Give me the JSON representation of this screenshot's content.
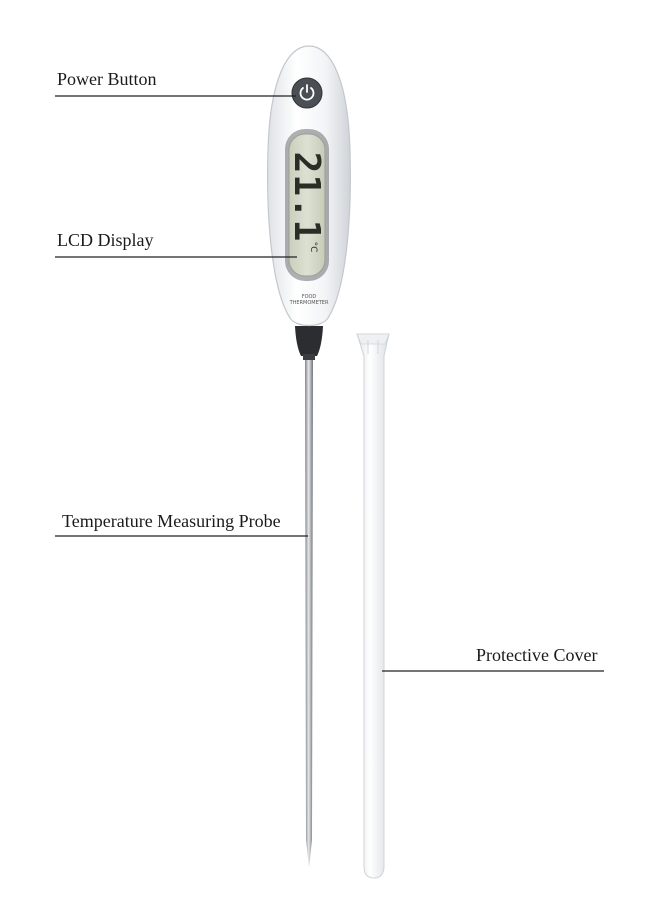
{
  "callouts": {
    "power_button": "Power Button",
    "lcd_display": "LCD Display",
    "probe": "Temperature Measuring Probe",
    "protective_cover": "Protective Cover"
  },
  "device": {
    "lcd_reading": "21.1",
    "lcd_unit": "°C",
    "brand_line1": "FOOD",
    "brand_line2": "THERMOMETER"
  },
  "colors": {
    "body": "#f4f5f7",
    "lcd_screen": "#d7dccb",
    "lcd_digits": "#2a2d26",
    "power_button": "#4a4e55",
    "probe_steel": "#a9adb2",
    "collar": "#2b2d30",
    "cover": "#f7f8f9",
    "leader_line": "#222222"
  }
}
